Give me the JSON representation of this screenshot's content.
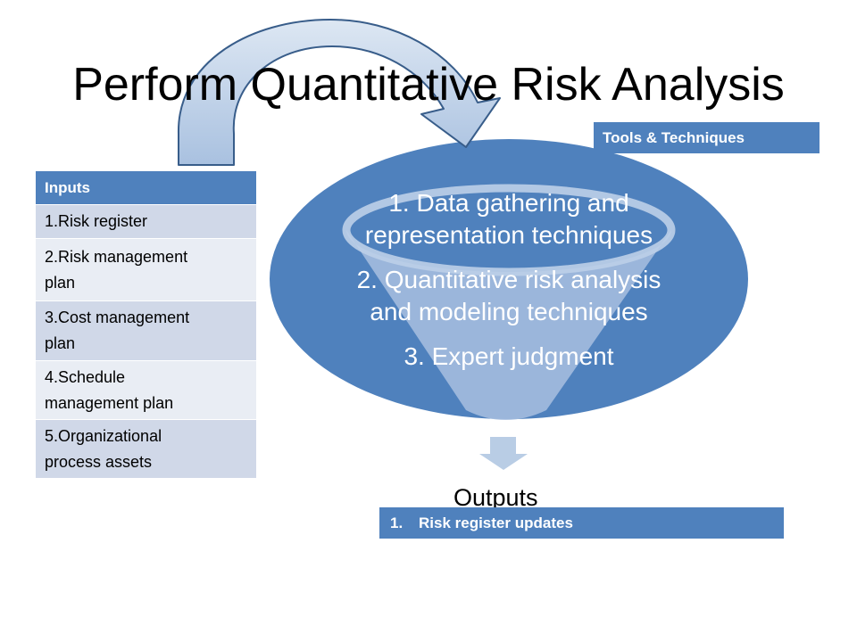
{
  "title": "Perform Quantitative Risk Analysis",
  "tools_techniques": {
    "header": "Tools & Techniques",
    "items": [
      "1. Data gathering and representation techniques",
      "2. Quantitative risk analysis and modeling techniques",
      "3. Expert judgment"
    ]
  },
  "inputs": {
    "header": "Inputs",
    "items": [
      "1.Risk register",
      "2.Risk management plan",
      "3.Cost management plan",
      "4.Schedule management plan",
      "5.Organizational process assets"
    ]
  },
  "outputs": {
    "header": "Outputs",
    "items": [
      {
        "number": "1.",
        "label": "Risk register updates"
      }
    ]
  },
  "icons": [
    "curved-arrow-icon",
    "down-arrow-icon",
    "funnel-icon"
  ],
  "colors": {
    "accent": "#4f81bd",
    "row_dark": "#d0d8e8",
    "row_light": "#e9edf4",
    "arrow_fill": "#b9cde5",
    "arrow_stroke": "#385d8a",
    "text_dark": "#000000",
    "text_light": "#ffffff"
  }
}
